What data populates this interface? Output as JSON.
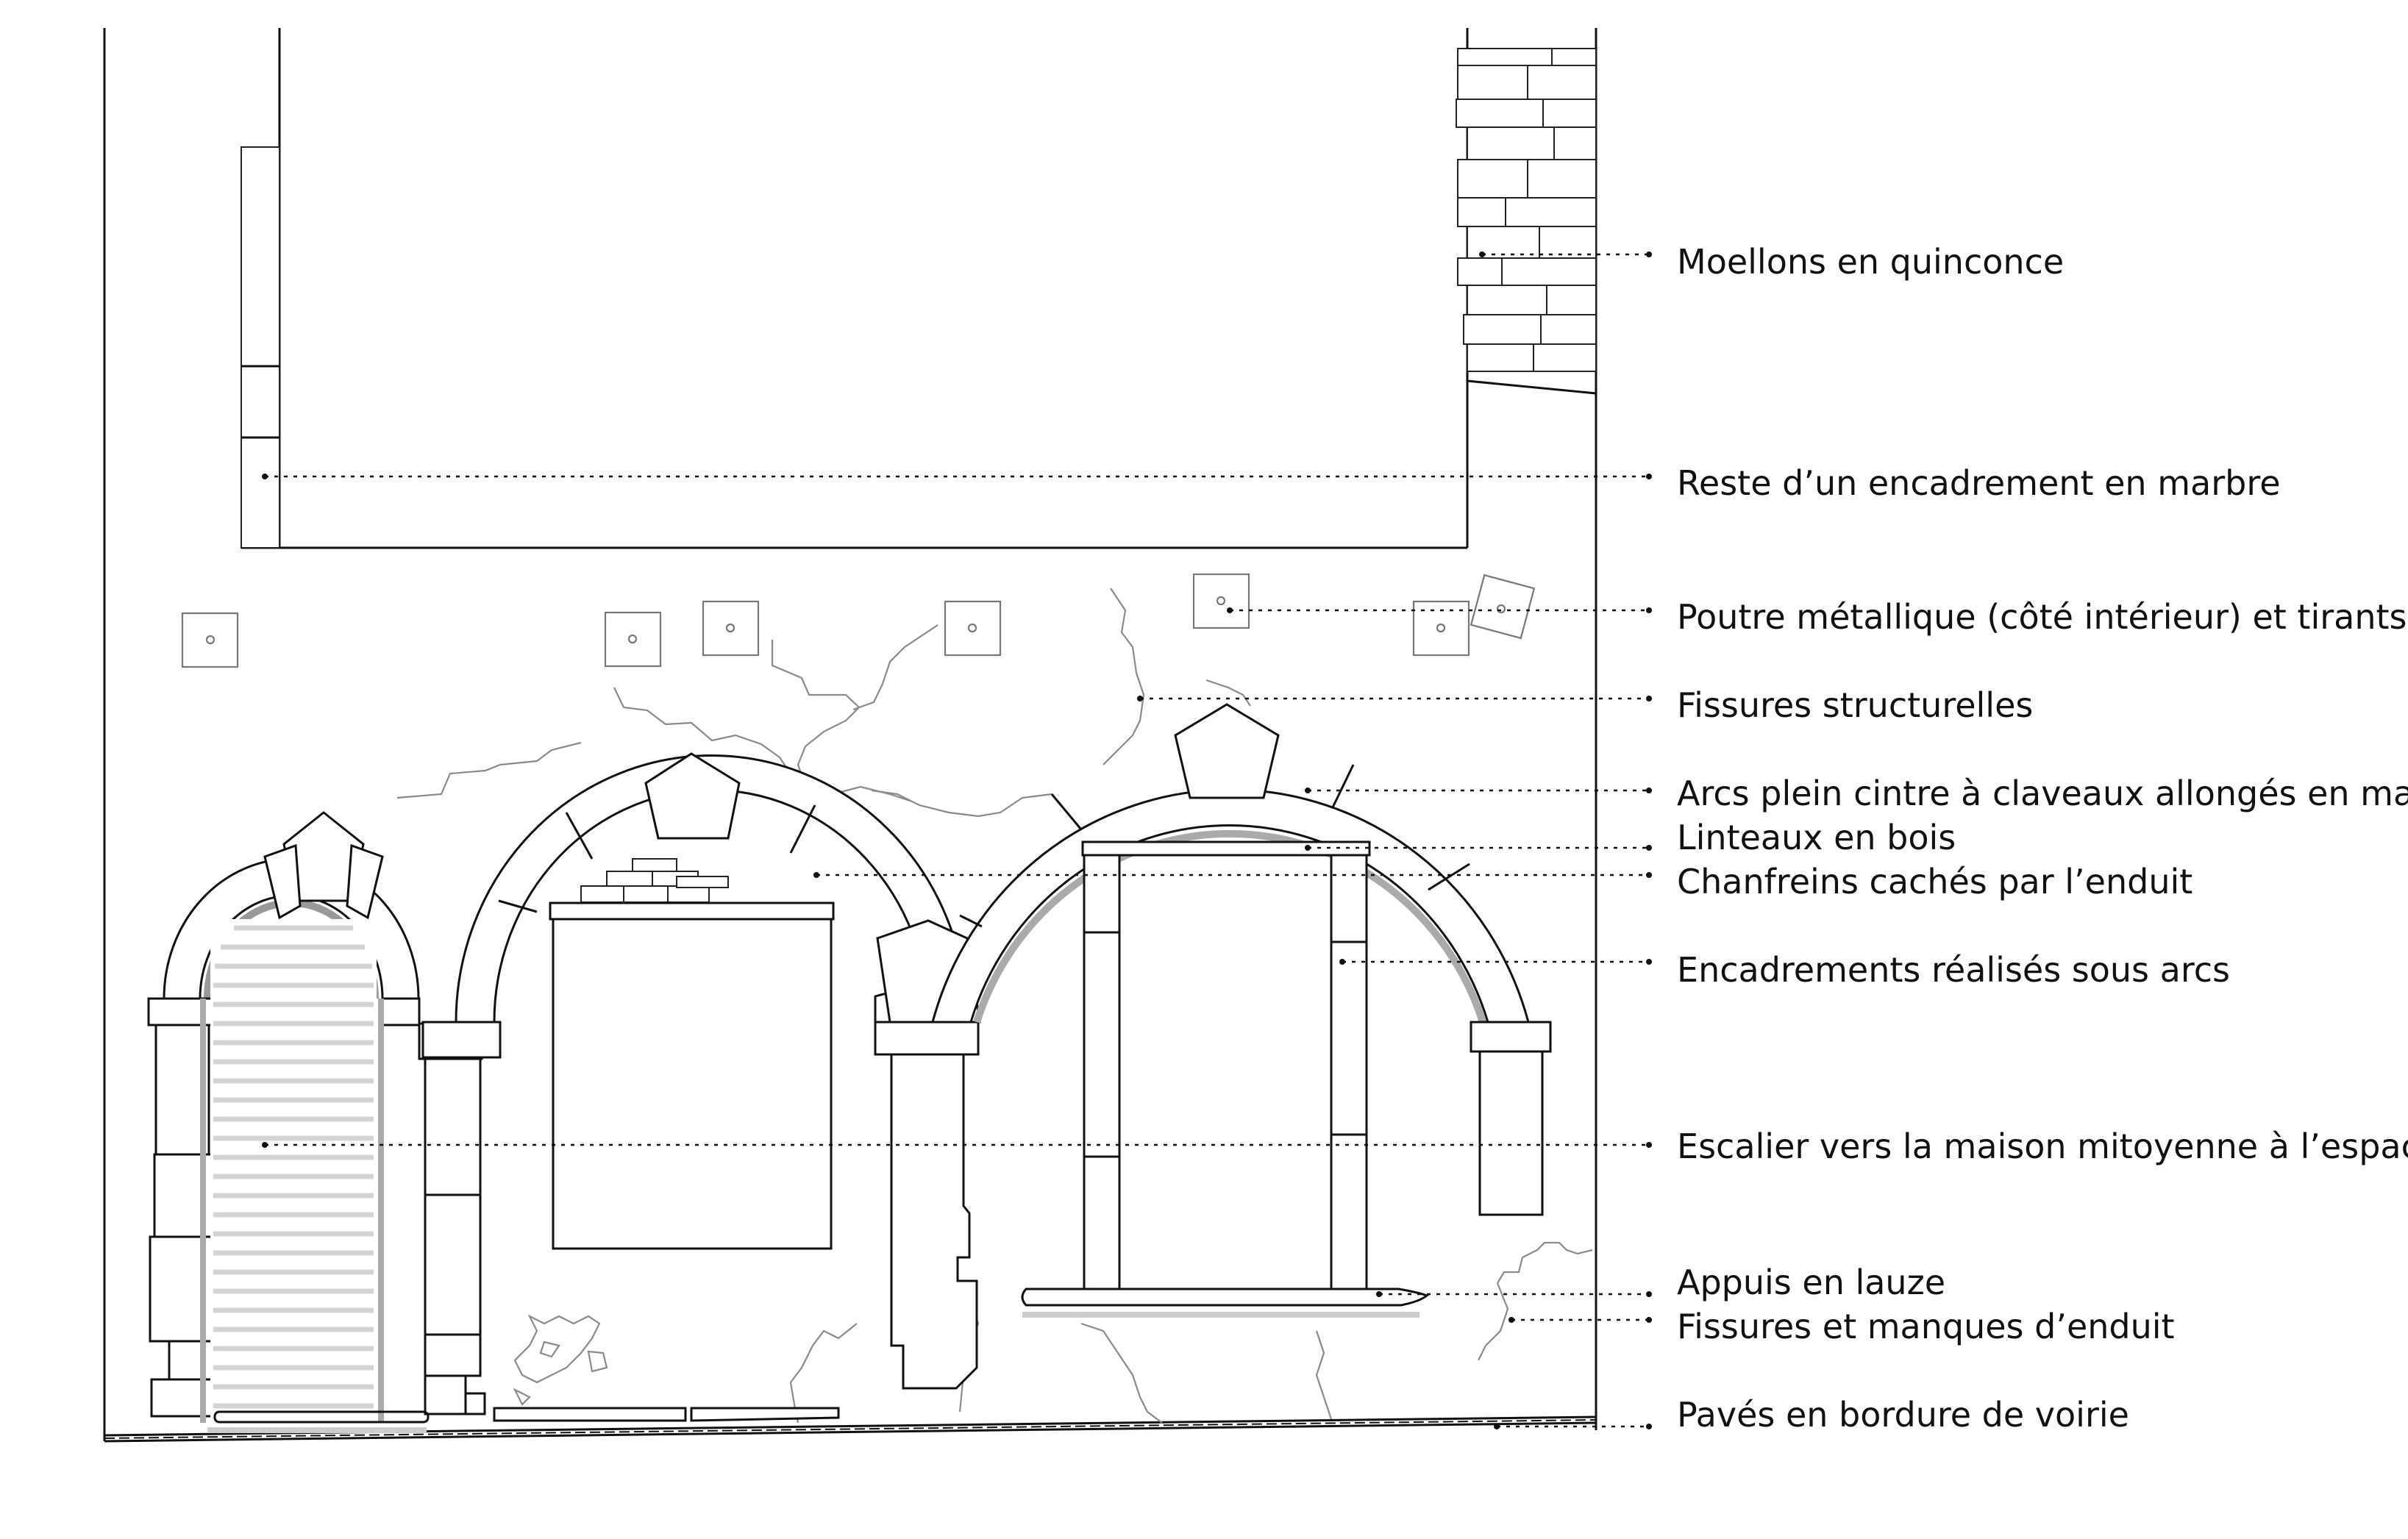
{
  "annotations": [
    {
      "id": "moellons",
      "text": "Moellons en quinconce"
    },
    {
      "id": "marbre-encadrement",
      "text": "Reste d’un encadrement en marbre"
    },
    {
      "id": "poutre",
      "text": "Poutre métallique (côté intérieur) et tirants"
    },
    {
      "id": "fissures-struct",
      "text": "Fissures structurelles"
    },
    {
      "id": "arcs",
      "text": "Arcs plein cintre à claveaux allongés en marbre"
    },
    {
      "id": "linteaux",
      "text": "Linteaux en bois"
    },
    {
      "id": "chanfreins",
      "text": "Chanfreins cachés par l’enduit"
    },
    {
      "id": "encadrements",
      "text": "Encadrements réalisés sous arcs"
    },
    {
      "id": "escalier",
      "text": "Escalier vers la maison mitoyenne à l’espace"
    },
    {
      "id": "appuis",
      "text": "Appuis en lauze"
    },
    {
      "id": "fissures-enduit",
      "text": "Fissures et manques d’enduit"
    },
    {
      "id": "paves",
      "text": "Pavés en bordure de voirie"
    }
  ]
}
